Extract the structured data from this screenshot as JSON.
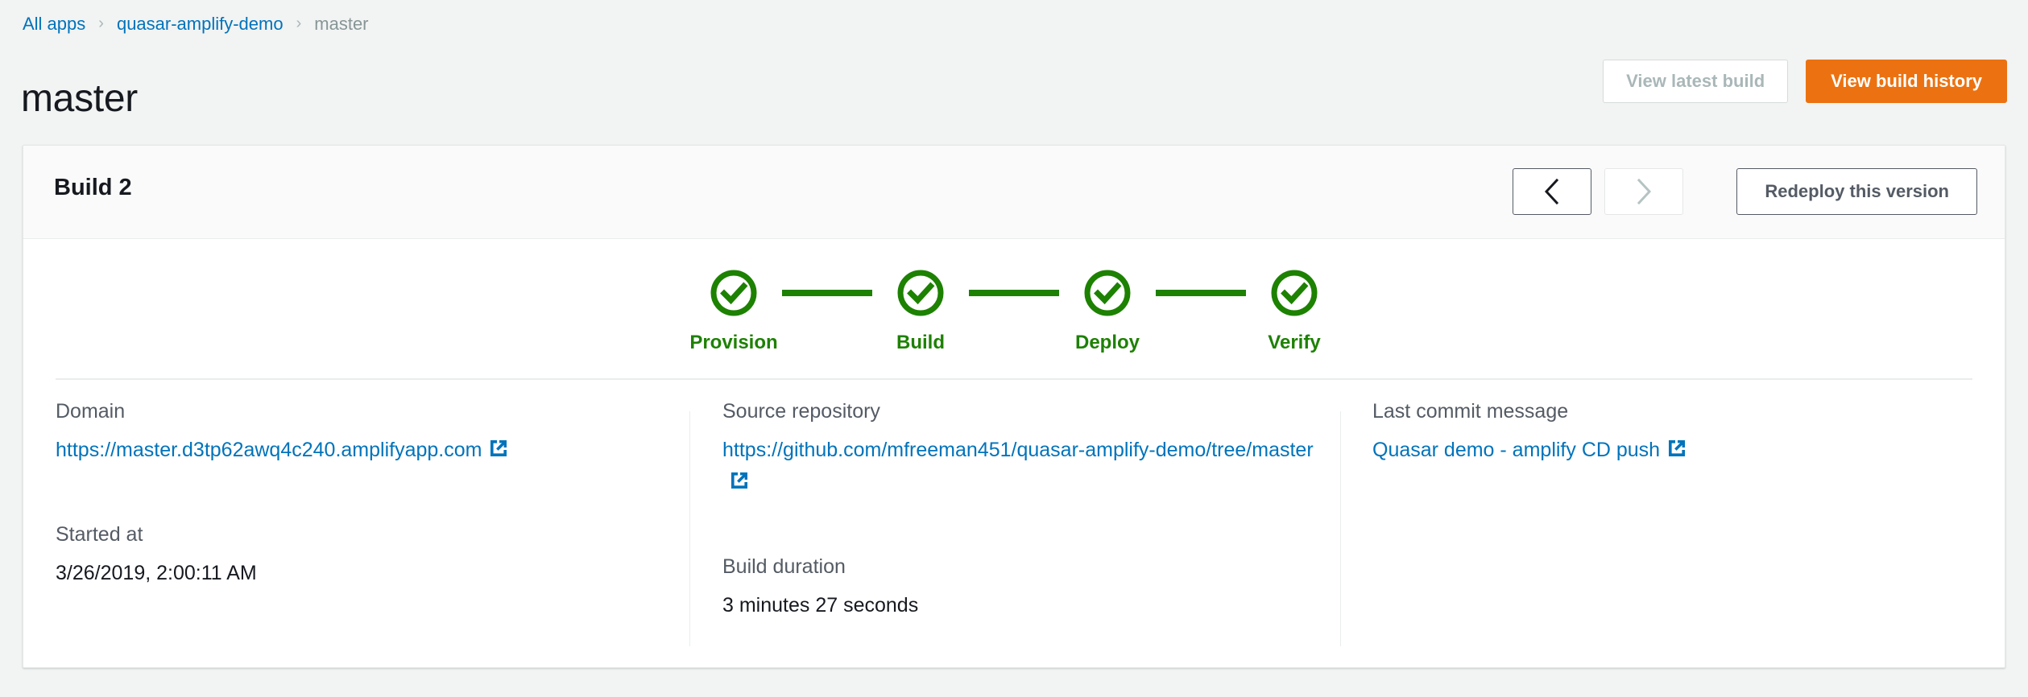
{
  "breadcrumb": {
    "items": [
      {
        "label": "All apps",
        "current": false
      },
      {
        "label": "quasar-amplify-demo",
        "current": false
      },
      {
        "label": "master",
        "current": true
      }
    ],
    "separator": "›"
  },
  "header": {
    "title": "master",
    "view_latest_build_label": "View latest build",
    "view_build_history_label": "View build history"
  },
  "card": {
    "title": "Build 2",
    "prev_icon": "chevron-left-icon",
    "next_icon": "chevron-right-icon",
    "redeploy_label": "Redeploy this version"
  },
  "stepper": {
    "steps": [
      {
        "label": "Provision",
        "status": "complete",
        "icon": "check-circle-icon"
      },
      {
        "label": "Build",
        "status": "complete",
        "icon": "check-circle-icon"
      },
      {
        "label": "Deploy",
        "status": "complete",
        "icon": "check-circle-icon"
      },
      {
        "label": "Verify",
        "status": "complete",
        "icon": "check-circle-icon"
      }
    ]
  },
  "details": {
    "domain": {
      "label": "Domain",
      "value": "https://master.d3tp62awq4c240.amplifyapp.com",
      "icon": "external-link-icon"
    },
    "started_at": {
      "label": "Started at",
      "value": "3/26/2019, 2:00:11 AM"
    },
    "source_repository": {
      "label": "Source repository",
      "value": "https://github.com/mfreeman451/quasar-amplify-demo/tree/master",
      "icon": "external-link-icon"
    },
    "build_duration": {
      "label": "Build duration",
      "value": "3 minutes 27 seconds"
    },
    "last_commit_message": {
      "label": "Last commit message",
      "value": "Quasar demo - amplify CD push",
      "icon": "external-link-icon"
    }
  },
  "colors": {
    "page_background": "#f2f3f3",
    "link": "#0073bb",
    "primary_button": "#ec7211",
    "success_green": "#1d8102",
    "muted_text": "#545b64",
    "disabled_text": "#aab7b8"
  }
}
